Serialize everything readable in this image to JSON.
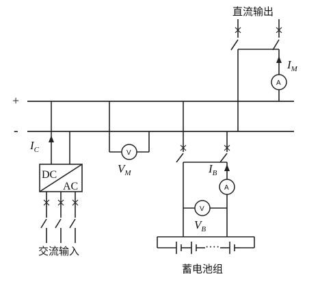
{
  "labels": {
    "plus": "+",
    "minus": "-",
    "dc_output": "直流输出",
    "ac_input": "交流输入",
    "battery_pack": "蓄电池组",
    "dc_side": "DC",
    "ac_side": "AC"
  },
  "meters": {
    "load_ammeter": {
      "symbol": "A",
      "current_var": "I",
      "current_sub": "M"
    },
    "charger_current": {
      "current_var": "I",
      "current_sub": "C"
    },
    "bus_voltmeter": {
      "symbol": "V",
      "voltage_var": "V",
      "voltage_sub": "M"
    },
    "battery_ammeter": {
      "symbol": "A",
      "current_var": "I",
      "current_sub": "B"
    },
    "battery_voltmeter": {
      "symbol": "V",
      "voltage_var": "V",
      "voltage_sub": "B"
    }
  },
  "battery_dots": "····"
}
